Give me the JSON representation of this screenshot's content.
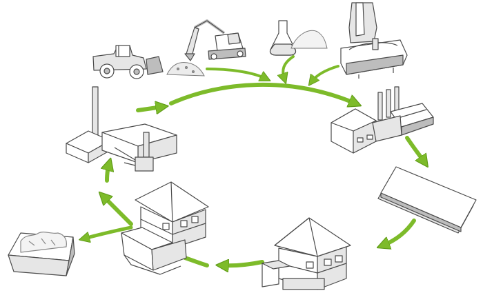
{
  "diagram": {
    "title": "",
    "colors": {
      "arrow": "#7dbb2a",
      "arrow_dark": "#5e9a16",
      "outline": "#4a4a4a",
      "face_light": "#ffffff",
      "face_mid": "#e6e6e6",
      "face_dark": "#bdbdbd",
      "shadow": "#d9d9d9"
    },
    "stages": [
      {
        "id": "extraction",
        "icons": [
          "wheel-loader-icon",
          "excavator-icon",
          "gravel-pile-icon"
        ]
      },
      {
        "id": "raw-materials",
        "icons": [
          "flask-icon",
          "powder-pile-icon",
          "cement-kiln-icon"
        ]
      },
      {
        "id": "production",
        "icons": [
          "factory-icon"
        ]
      },
      {
        "id": "product",
        "icons": [
          "panel-sheet-icon"
        ]
      },
      {
        "id": "construction",
        "icons": [
          "house-icon"
        ]
      },
      {
        "id": "demolition",
        "icons": [
          "broken-house-icon"
        ]
      },
      {
        "id": "disposal",
        "icons": [
          "debris-container-icon"
        ]
      },
      {
        "id": "recycling",
        "icons": [
          "recycling-plant-icon"
        ]
      }
    ]
  }
}
